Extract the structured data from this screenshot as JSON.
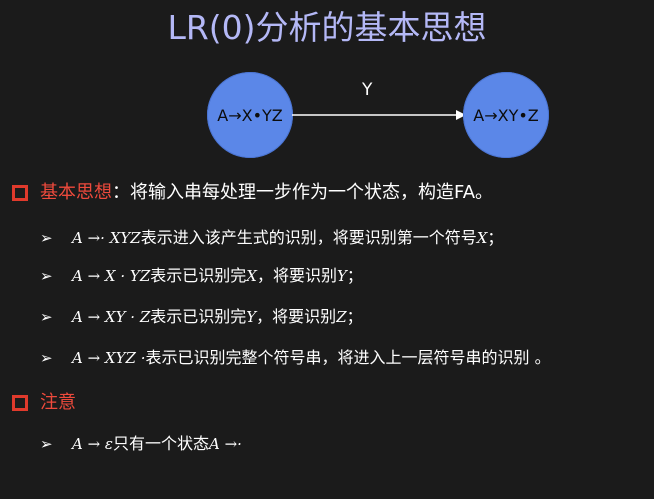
{
  "slide": {
    "title": "LR(0)分析的基本思想",
    "diagram": {
      "state_left": "A→X•YZ",
      "state_right": "A→XY•Z",
      "transition_label": "Y"
    },
    "bullet1": {
      "term": "基本思想",
      "text": "：将输入串每处理一步作为一个状态，构造FA。"
    },
    "items": [
      {
        "math": "A →· XYZ",
        "text": "表示进入该产生式的识别，将要识别第一个符号",
        "math2": "X",
        "tail": "；"
      },
      {
        "math": "A → X · YZ",
        "text": "表示已识别完",
        "math2": "X",
        "text2": "，将要识别",
        "math3": "Y",
        "tail": "；"
      },
      {
        "math": "A → XY · Z",
        "text": "表示已识别完",
        "math2": "Y",
        "text2": "，将要识别",
        "math3": "Z",
        "tail": "；"
      },
      {
        "math": "A → XYZ ·",
        "text": "表示已识别完整个符号串，将进入上一层符号串的识别 。"
      }
    ],
    "bullet2": {
      "term": "注意"
    },
    "note": {
      "math": "A → ε",
      "text": "只有一个状态",
      "math2": "A →·"
    }
  },
  "colors": {
    "background": "#1b1b1b",
    "title": "#b4b8f6",
    "state_fill": "#5b87e8",
    "bullet_red": "#e03a2c"
  },
  "icons": {
    "bullet_square": "square-bullet-icon",
    "sub_bullet": "chevron-right-icon"
  }
}
